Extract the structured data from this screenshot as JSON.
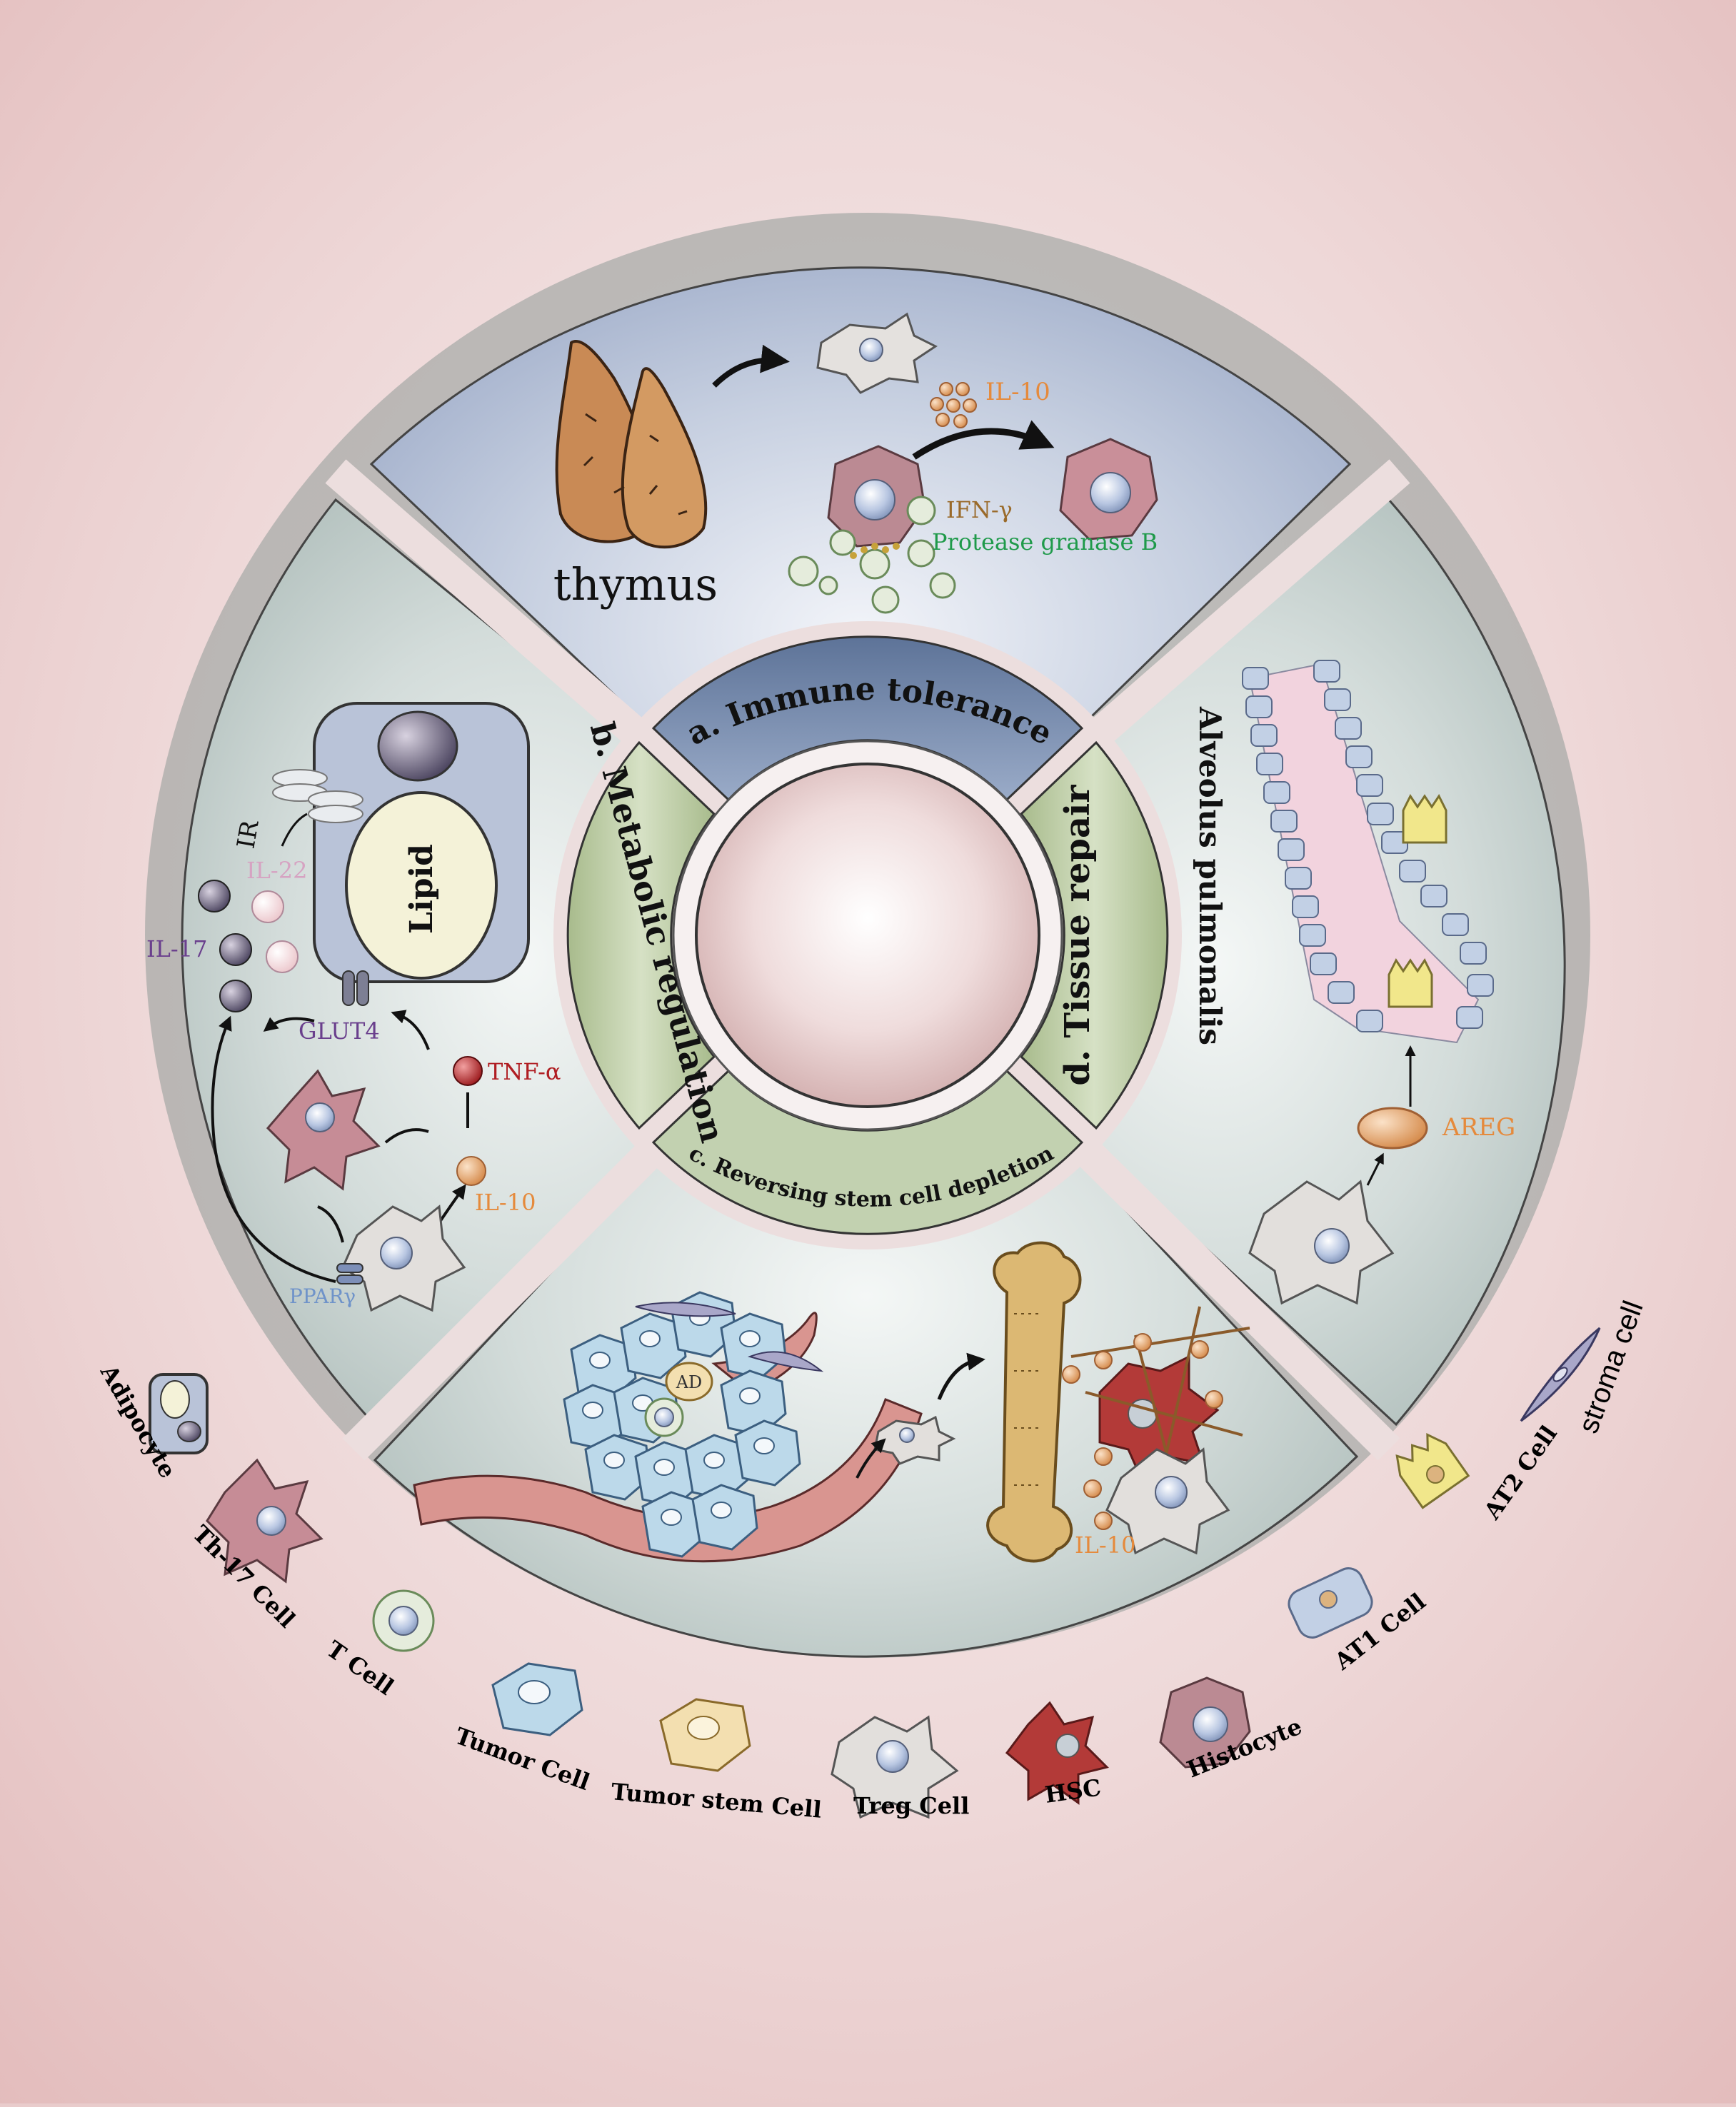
{
  "sectors": {
    "a": {
      "label": "a. Immune tolerance"
    },
    "b": {
      "label": "b. Metabolic regulation"
    },
    "c": {
      "label": "c.  Reversing stem cell depletion"
    },
    "d": {
      "label": "d. Tissue repair"
    }
  },
  "panel_a": {
    "organ": "thymus",
    "il10": "IL-10",
    "ifn": "IFN-γ",
    "protease": "Protease granase B"
  },
  "panel_b": {
    "lipid": "Lipid",
    "ir": "IR",
    "il22": "IL-22",
    "il17": "IL-17",
    "glut4": "GLUT4",
    "tnf": "TNF-α",
    "il10": "IL-10",
    "ppar": "PPARγ"
  },
  "panel_c": {
    "ad": "AD",
    "il10": "IL-10"
  },
  "panel_d": {
    "organ": "Alveolus pulmonalis",
    "areg": "AREG"
  },
  "legend": [
    {
      "id": "adipocyte",
      "label": "Adipocyte"
    },
    {
      "id": "th17",
      "label": "Th-17 Cell"
    },
    {
      "id": "tcell",
      "label": "T Cell"
    },
    {
      "id": "tumor",
      "label": "Tumor Cell"
    },
    {
      "id": "tumorstem",
      "label": "Tumor stem Cell"
    },
    {
      "id": "treg",
      "label": "Treg  Cell"
    },
    {
      "id": "hsc",
      "label": "HSC"
    },
    {
      "id": "histocyte",
      "label": "Histocyte"
    },
    {
      "id": "at1",
      "label": "AT1 Cell"
    },
    {
      "id": "at2",
      "label": "AT2 Cell"
    },
    {
      "id": "stroma",
      "label": "stroma cell"
    }
  ],
  "colors": {
    "background": "#e9cccc",
    "sector_a": "#b7c2d8",
    "sector_other": "#c9d4d1",
    "ring_a": "#6f84a6",
    "ring_other": "#b9c9a3",
    "cytokine_orange": "#e58a3c",
    "cytokine_red": "#b01e23",
    "purple": "#6a3f8d",
    "green_text": "#1f9a4a",
    "blue_text": "#6f93c9"
  }
}
